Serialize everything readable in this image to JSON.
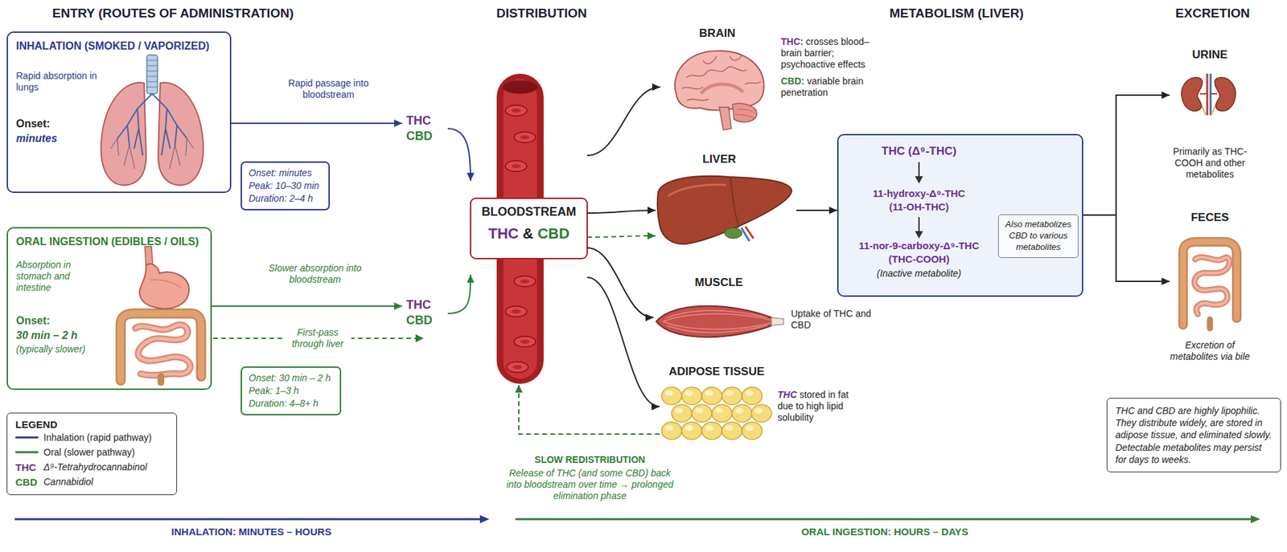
{
  "diagram": {
    "nodes": [
      {
        "text": [
          "INHALATION (SMOKED / VAPORIZED)",
          "Rapid absorption in lungs",
          "Onset:",
          "minutes"
        ]
      },
      {
        "text": [
          "Onset: minutes",
          "Peak: 10–30 min",
          "Duration: 2–4 h"
        ]
      },
      {
        "text": [
          "ORAL INGESTION (EDIBLES / OILS)",
          "Absorption in stomach and intestine",
          "Onset:",
          "30 min – 2 h",
          "(typically slower)"
        ]
      },
      {
        "text": [
          "Onset: 30 min – 2 h",
          "Peak: 1–3 h",
          "Duration: 4–8+ h"
        ]
      },
      {
        "text": [
          "LEGEND"
        ]
      },
      {
        "text": [
          "BLOODSTREAM",
          "THC",
          "&",
          "CBD"
        ]
      },
      {
        "text": [
          "BRAIN",
          "THC:",
          "crosses blood–brain barrier; psychoactive effects",
          "CBD:",
          "variable brain penetration"
        ]
      },
      {
        "text": [
          "LIVER"
        ]
      },
      {
        "text": [
          "MUSCLE",
          "Uptake of THC and CBD"
        ]
      },
      {
        "text": [
          "ADIPOSE TISSUE",
          "THC",
          "stored in fat due to high lipid solubility"
        ]
      },
      {
        "text": [
          "THC (Δ⁹-THC)",
          "11-hydroxy-Δ⁹-THC",
          "(11-OH-THC)",
          "11-nor-9-carboxy-Δ⁹-THC",
          "(THC-COOH)",
          "(Inactive metabolite)"
        ]
      },
      {
        "text": [
          "Also metabolizes CBD to various metabolites"
        ],
        "in": 10
      },
      {
        "text": [
          "URINE",
          "Primarily as THC-COOH and other metabolites"
        ]
      },
      {
        "text": [
          "FECES",
          "Excretion of metabolites via bile"
        ]
      },
      {
        "text": [
          "THC and CBD are highly lipophilic. They distribute widely, are stored in adipose tissue, and eliminated slowly. Detectable metabolites may persist for days to weeks."
        ]
      }
    ],
    "edges": [
      {
        "from": 0,
        "to": 5,
        "arrow": "to",
        "label": "Rapid passage into bloodstream"
      },
      {
        "from": 2,
        "to": 5,
        "arrow": "to",
        "label": "Slower absorption into bloodstream"
      },
      {
        "from": 5,
        "to": 6,
        "arrow": "to"
      },
      {
        "from": 5,
        "to": 7,
        "arrow": "to"
      },
      {
        "from": 5,
        "to": 7,
        "arrow": "to"
      },
      {
        "from": 5,
        "to": 8,
        "arrow": "to"
      },
      {
        "from": 5,
        "to": 9,
        "arrow": "to"
      },
      {
        "from": 7,
        "to": 10,
        "arrow": "to"
      },
      {
        "from": 10,
        "to": 12,
        "arrow": "to"
      },
      {
        "from": 10,
        "to": 13,
        "arrow": "to"
      },
      {
        "from": 9,
        "to": 5,
        "arrow": "to",
        "label": "SLOW REDISTRIBUTION"
      }
    ],
    "labels": [
      "ENTRY (ROUTES OF ADMINISTRATION)",
      "DISTRIBUTION",
      "METABOLISM (LIVER)",
      "EXCRETION",
      "THC",
      "CBD",
      "THC",
      "CBD",
      "First-pass through liver",
      "Release of THC (and some CBD) back into bloodstream over time → prolonged elimination phase",
      "INHALATION: MINUTES – HOURS",
      "ORAL INGESTION: HOURS – DAYS",
      "THC",
      "CBD"
    ],
    "legend": [
      {
        "text": "Inhalation (rapid pathway)"
      },
      {
        "text": "Oral (slower pathway)"
      },
      {
        "text": "Δ⁹-Tetrahydrocannabinol"
      },
      {
        "text": "Cannabidiol"
      }
    ]
  }
}
